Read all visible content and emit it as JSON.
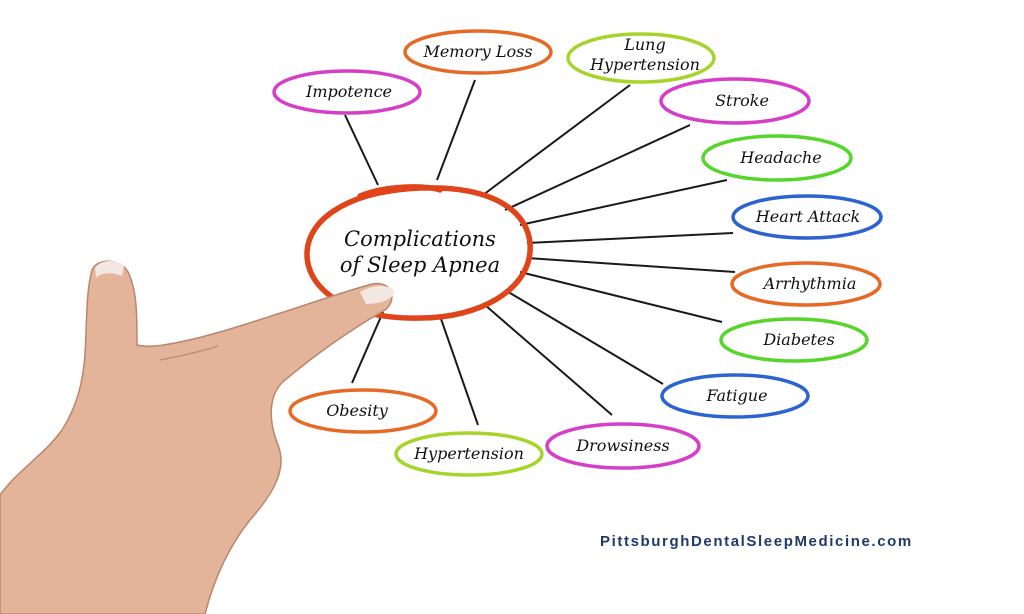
{
  "diagram": {
    "center": {
      "line1": "Complications",
      "line2": "of Sleep Apnea",
      "color": "#e0441a"
    },
    "nodes": [
      {
        "id": "memory-loss",
        "lines": [
          "Memory Loss"
        ],
        "color": "#e66a25"
      },
      {
        "id": "lung-hypertension",
        "lines": [
          "Lung",
          "Hypertension"
        ],
        "color": "#a6d42a"
      },
      {
        "id": "impotence",
        "lines": [
          "Impotence"
        ],
        "color": "#d63ec8"
      },
      {
        "id": "stroke",
        "lines": [
          "Stroke"
        ],
        "color": "#d63ec8"
      },
      {
        "id": "headache",
        "lines": [
          "Headache"
        ],
        "color": "#56d62b"
      },
      {
        "id": "heart-attack",
        "lines": [
          "Heart Attack"
        ],
        "color": "#2b63d1"
      },
      {
        "id": "arrhythmia",
        "lines": [
          "Arrhythmia"
        ],
        "color": "#e66a25"
      },
      {
        "id": "diabetes",
        "lines": [
          "Diabetes"
        ],
        "color": "#56d62b"
      },
      {
        "id": "fatigue",
        "lines": [
          "Fatigue"
        ],
        "color": "#2b63d1"
      },
      {
        "id": "drowsiness",
        "lines": [
          "Drowsiness"
        ],
        "color": "#d63ec8"
      },
      {
        "id": "hypertension",
        "lines": [
          "Hypertension"
        ],
        "color": "#a6d42a"
      },
      {
        "id": "obesity",
        "lines": [
          "Obesity"
        ],
        "color": "#e66a25"
      }
    ]
  },
  "footer": {
    "website": "PittsburghDentalSleepMedicine.com"
  },
  "illustration": {
    "hand": "pointing-hand"
  }
}
